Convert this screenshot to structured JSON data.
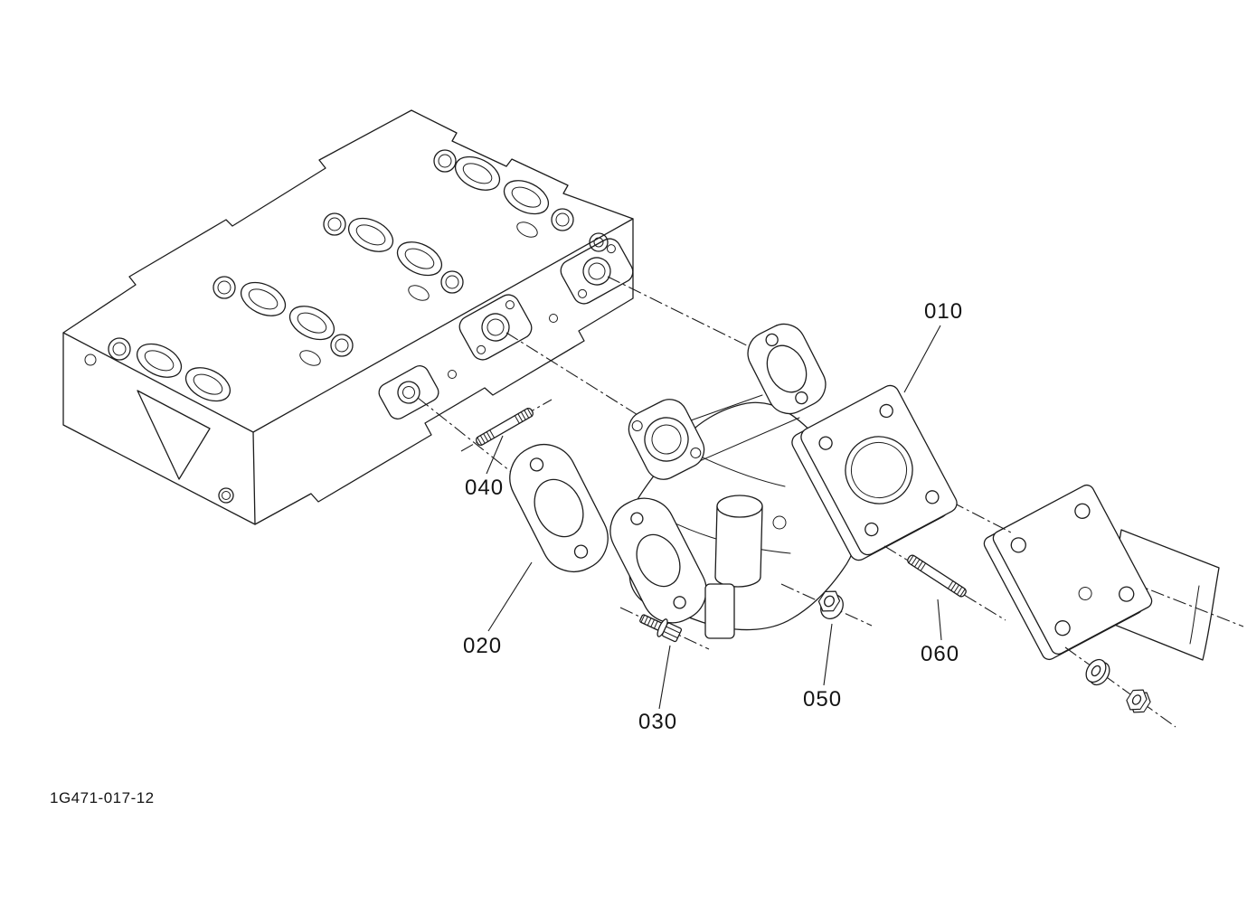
{
  "diagram": {
    "type": "exploded-parts-diagram",
    "drawing_number": "1G471-017-12",
    "line_color": "#1c1c1c",
    "background": "#ffffff",
    "callouts": [
      {
        "label": "010"
      },
      {
        "label": "020"
      },
      {
        "label": "030"
      },
      {
        "label": "040"
      },
      {
        "label": "050"
      },
      {
        "label": "060"
      }
    ]
  }
}
